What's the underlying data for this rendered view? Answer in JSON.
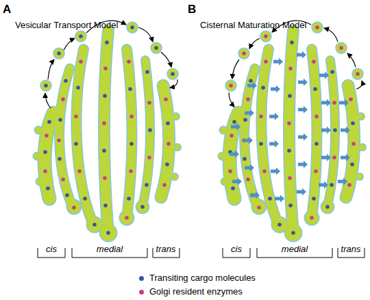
{
  "diagram": {
    "labels": [
      "A",
      "Vesicular Transport Model",
      "B",
      "Cisternal Maturation Model",
      "cis",
      "medial",
      "trans",
      "cis",
      "medial",
      "trans"
    ],
    "legend": [
      {
        "text": "Transiting cargo molecules",
        "color": "#3a52a6"
      },
      {
        "text": "Golgi resident enzymes",
        "color": "#c83f86"
      }
    ]
  }
}
